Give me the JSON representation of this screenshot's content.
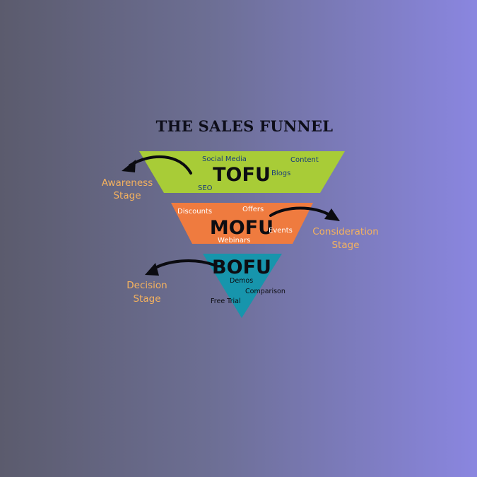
{
  "title": "THE SALES FUNNEL",
  "colors": {
    "tofu": "#a8cc37",
    "mofu": "#ef7b3f",
    "bofu": "#1795ac",
    "stage_label": "#f5b25e",
    "arrow": "#0b0b10"
  },
  "tiers": [
    {
      "code": "TOFU",
      "keywords": [
        "Social Media",
        "Content",
        "Blogs",
        "SEO"
      ],
      "stage": [
        "Awareness",
        "Stage"
      ]
    },
    {
      "code": "MOFU",
      "keywords": [
        "Discounts",
        "Offers",
        "Events",
        "Webinars"
      ],
      "stage": [
        "Consideration",
        "Stage"
      ]
    },
    {
      "code": "BOFU",
      "keywords": [
        "Demos",
        "Comparison",
        "Free Trial"
      ],
      "stage": [
        "Decision",
        "Stage"
      ]
    }
  ]
}
